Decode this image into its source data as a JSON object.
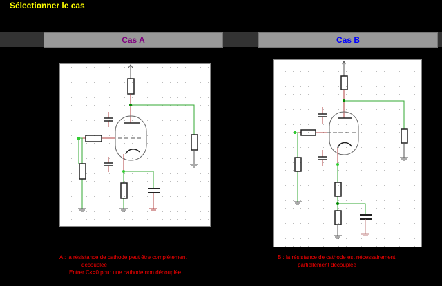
{
  "header": {
    "title": "Sélectionner le cas"
  },
  "tabs": [
    {
      "label": "Cas A",
      "color": "#800080"
    },
    {
      "label": "Cas B",
      "color": "#0000ff"
    }
  ],
  "case_a": {
    "lines": [
      "A : la résistance de cathode peut être complètement",
      "découplée",
      "Entrer Ck=0 pour une cathode non découplée"
    ]
  },
  "case_b": {
    "lines": [
      "B : la résistance de cathode est nécessairement",
      "partiellement découplée"
    ]
  },
  "colors": {
    "wire": "#33aa33",
    "lead": "#b04040",
    "text": "#ff0000",
    "title": "#ffff00"
  }
}
